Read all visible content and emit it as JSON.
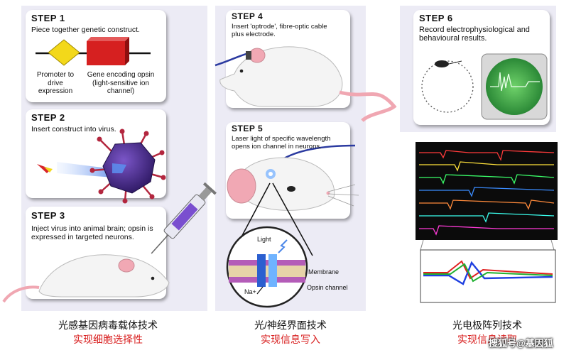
{
  "steps": [
    {
      "label": "STEP 1",
      "text": "Piece together genetic construct."
    },
    {
      "label": "STEP 2",
      "text": "Insert construct into virus."
    },
    {
      "label": "STEP 3",
      "text": "Inject virus into animal brain; opsin is expressed in targeted neurons."
    },
    {
      "label": "STEP 4",
      "text": "Insert 'optrode', fibre-optic cable plus electrode."
    },
    {
      "label": "STEP 5",
      "text": "Laser light of specific wavelength opens ion channel in neurons."
    },
    {
      "label": "STEP 6",
      "text": "Record electrophysiological and behavioural results."
    }
  ],
  "construct": {
    "promoter_label": "Promoter to drive expression",
    "gene_label": "Gene encoding opsin (light-sensitive ion channel)"
  },
  "membrane": {
    "light": "Light",
    "membrane": "Membrane",
    "ion": "Na+",
    "channel": "Opsin channel"
  },
  "captions": [
    {
      "title": "光感基因病毒载体技术",
      "subtitle": "实现细胞选择性"
    },
    {
      "title": "光/神经界面技术",
      "subtitle": "实现信息写入"
    },
    {
      "title": "光电极阵列技术",
      "subtitle": "实现信息读取"
    }
  ],
  "watermark": "搜狐号@基因狐",
  "colors": {
    "panel": "#ecebf5",
    "caption_red": "#d81e1e",
    "virus": "#4b2a8a",
    "gene_box": "#d62020",
    "promoter": "#f3d81a"
  }
}
